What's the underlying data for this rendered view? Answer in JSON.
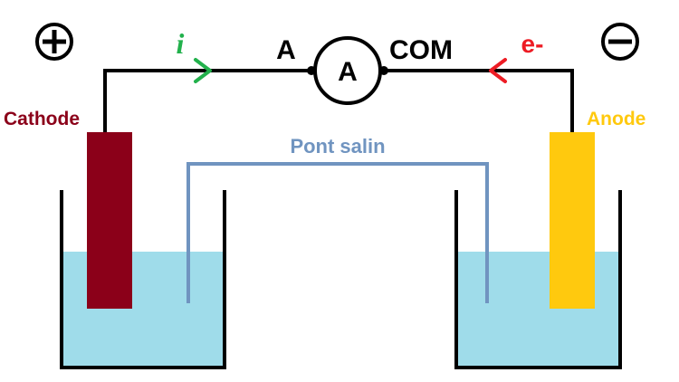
{
  "diagram": {
    "polarity_left": "+",
    "polarity_right": "−",
    "current_label": "i",
    "electron_label": "e-",
    "ammeter_symbol": "A",
    "ammeter_terminal_left": "A",
    "ammeter_terminal_right": "COM",
    "cathode_label": "Cathode",
    "anode_label": "Anode",
    "salt_bridge_label": "Pont salin"
  },
  "colors": {
    "cathode": "#8b0019",
    "anode": "#ffc90e",
    "solution": "#9fdcea",
    "salt_bridge": "#7094c0",
    "current_arrow": "#22b14c",
    "electron_arrow": "#ed1c24",
    "wire": "#000000"
  }
}
